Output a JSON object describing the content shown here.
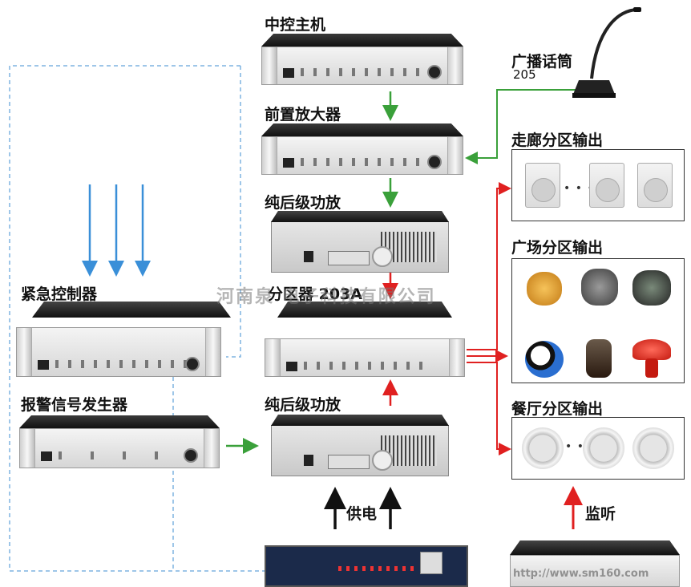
{
  "labels": {
    "central_host": "中控主机",
    "preamp": "前置放大器",
    "power_amp_top": "纯后级功放",
    "splitter": "分区器 203A",
    "emergency": "紧急控制器",
    "alarm": "报警信号发生器",
    "power_amp_bottom": "纯后级功放",
    "mic": "广播话筒",
    "mic_model": "205",
    "zone_corridor": "走廊分区输出",
    "zone_square": "广场分区输出",
    "zone_restaurant": "餐厅分区输出",
    "power_supply": "供电",
    "monitor": "监听",
    "dots": "• • • • •"
  },
  "watermark": "河南泉   电子科技有限公司",
  "url": "http://www.sm160.com",
  "colors": {
    "green_arrow": "#3aa03a",
    "red_arrow": "#e02020",
    "blue_arrow": "#3a8fd8",
    "dashed_line": "#7fb3e0"
  },
  "icons": [
    "microphone-icon",
    "wall-speaker-icon",
    "rock-speaker-icon",
    "ceiling-speaker-icon"
  ]
}
